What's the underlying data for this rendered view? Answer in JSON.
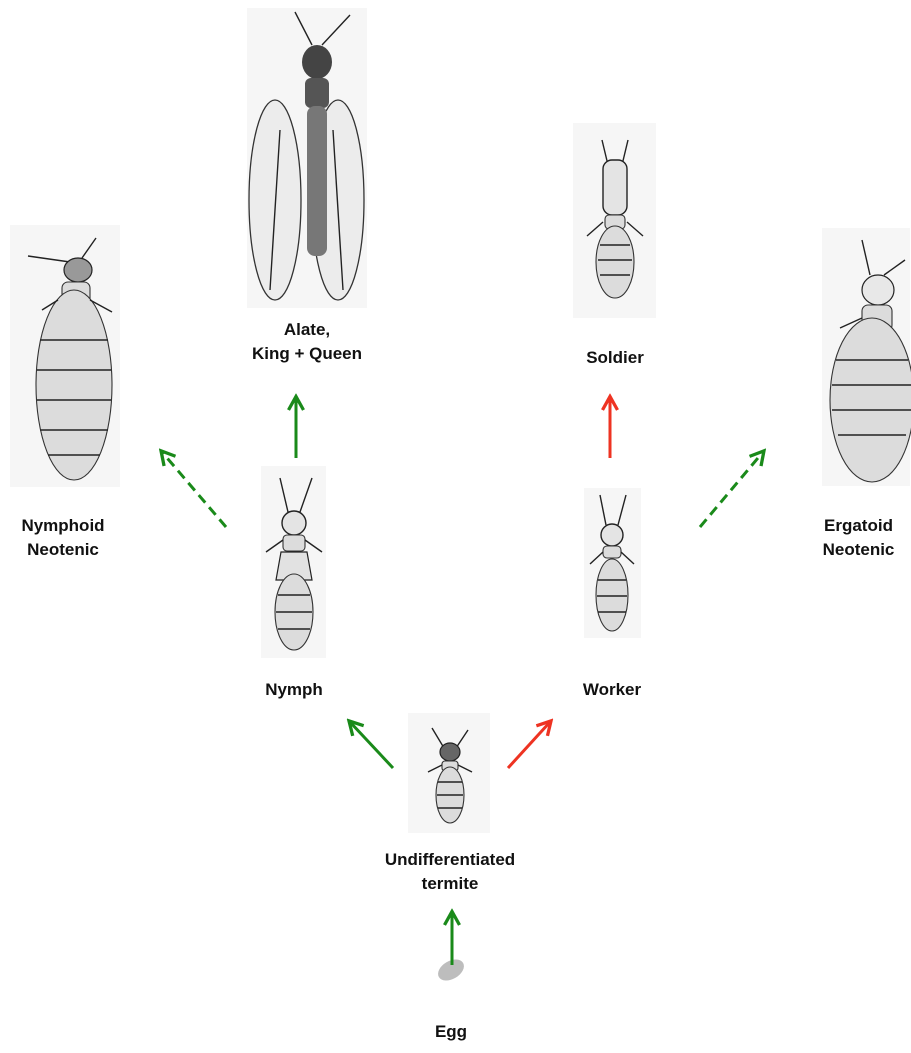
{
  "colors": {
    "green": "#1a8a1a",
    "red": "#ee3322",
    "text": "#111111"
  },
  "nodes": {
    "alate": {
      "line1": "Alate,",
      "line2": "King + Queen"
    },
    "soldier": {
      "line1": "Soldier"
    },
    "nymphoid": {
      "line1": "Nymphoid",
      "line2": "Neotenic"
    },
    "ergatoid": {
      "line1": "Ergatoid",
      "line2": "Neotenic"
    },
    "nymph": {
      "line1": "Nymph"
    },
    "worker": {
      "line1": "Worker"
    },
    "undiff": {
      "line1": "Undifferentiated",
      "line2": "termite"
    },
    "egg": {
      "line1": "Egg"
    }
  },
  "illustrations": [
    "alate-illustration",
    "soldier-illustration",
    "nymphoid-illustration",
    "ergatoid-illustration",
    "nymph-illustration",
    "worker-illustration",
    "undifferentiated-illustration",
    "egg-illustration"
  ],
  "arrows": [
    {
      "from": "Egg",
      "to": "Undifferentiated termite",
      "color": "green",
      "style": "solid"
    },
    {
      "from": "Undifferentiated termite",
      "to": "Nymph",
      "color": "green",
      "style": "solid"
    },
    {
      "from": "Undifferentiated termite",
      "to": "Worker",
      "color": "red",
      "style": "solid"
    },
    {
      "from": "Nymph",
      "to": "Alate, King + Queen",
      "color": "green",
      "style": "solid"
    },
    {
      "from": "Nymph",
      "to": "Nymphoid Neotenic",
      "color": "green",
      "style": "dashed"
    },
    {
      "from": "Worker",
      "to": "Soldier",
      "color": "red",
      "style": "solid"
    },
    {
      "from": "Worker",
      "to": "Ergatoid Neotenic",
      "color": "green",
      "style": "dashed"
    }
  ]
}
